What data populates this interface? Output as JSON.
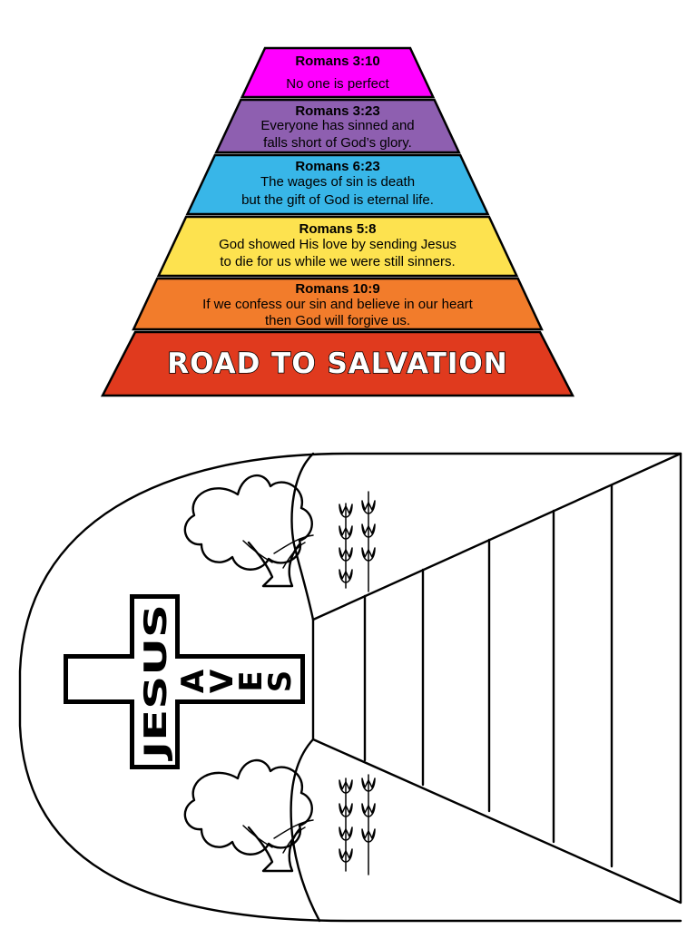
{
  "pyramid": {
    "levels": [
      {
        "ref": "Romans 3:10",
        "lines": [
          "No one is perfect"
        ],
        "color": "#ff00ff"
      },
      {
        "ref": "Romans 3:23",
        "lines": [
          "Everyone has sinned and",
          "falls short of God’s glory."
        ],
        "color": "#8e5fb0"
      },
      {
        "ref": "Romans 6:23",
        "lines": [
          "The wages of sin is death",
          "but the gift of God is eternal life."
        ],
        "color": "#38b6e8"
      },
      {
        "ref": "Romans 5:8",
        "lines": [
          "God showed His love by sending Jesus",
          "to die for us while we were still sinners."
        ],
        "color": "#fde24f"
      },
      {
        "ref": "Romans 10:9",
        "lines": [
          "If we confess our sin and believe in our heart",
          "then God will forgive us."
        ],
        "color": "#f27c2b"
      }
    ],
    "banner": {
      "text": "ROAD TO SALVATION",
      "color": "#e03a1e"
    }
  },
  "cross": {
    "vertical_word": "JESUS",
    "horizontal_letters": [
      "A",
      "V",
      "E",
      "S"
    ]
  }
}
